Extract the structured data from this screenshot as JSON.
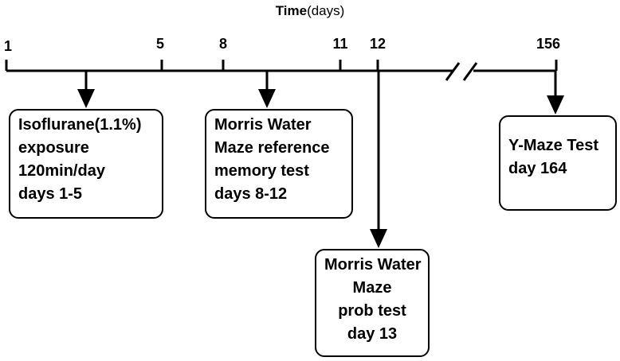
{
  "title": {
    "main": "Time",
    "unit": "(days)"
  },
  "timeline": {
    "ticks": [
      {
        "label": "1"
      },
      {
        "label": "5"
      },
      {
        "label": "8"
      },
      {
        "label": "11"
      },
      {
        "label": "12"
      },
      {
        "label": "156"
      }
    ],
    "axis_break": true
  },
  "events": [
    {
      "id": "isoflurane",
      "lines": [
        "Isoflurane(1.1%)",
        "exposure",
        "120min/day",
        "days 1-5"
      ]
    },
    {
      "id": "mwm-reference",
      "lines": [
        "Morris Water",
        "Maze reference",
        "memory test",
        "days 8-12"
      ]
    },
    {
      "id": "mwm-probe",
      "lines": [
        "Morris Water",
        "Maze",
        "prob test",
        "day 13"
      ]
    },
    {
      "id": "y-maze",
      "lines": [
        "Y-Maze Test",
        "day 164"
      ]
    }
  ]
}
